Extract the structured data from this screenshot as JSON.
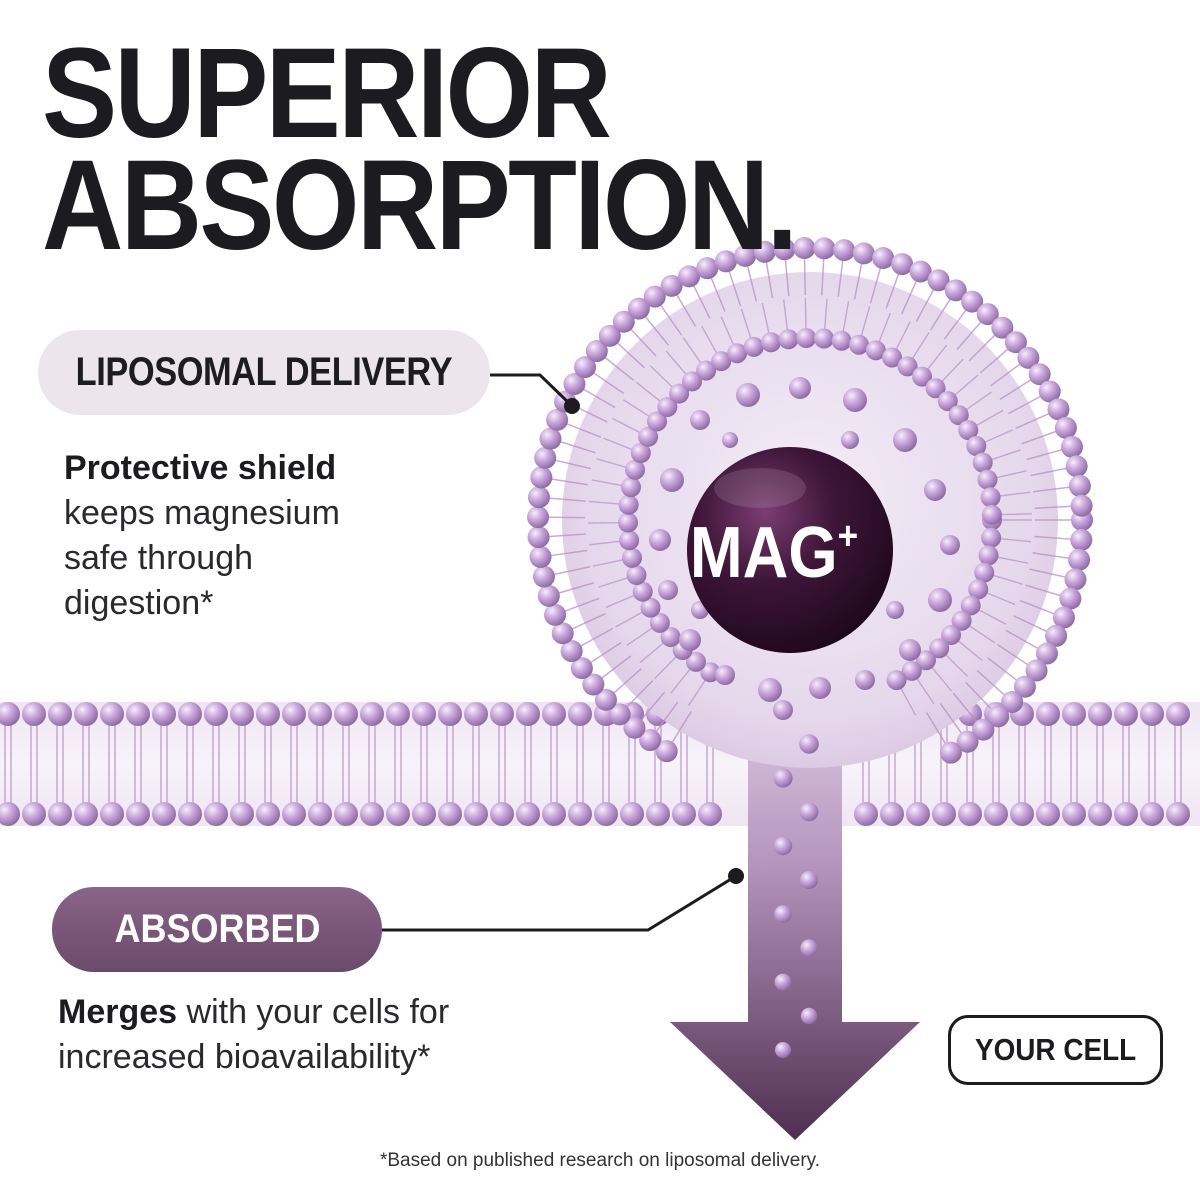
{
  "headline": {
    "line1": "SUPERIOR",
    "line2": "ABSORPTION."
  },
  "liposomal": {
    "label": "LIPOSOMAL DELIVERY",
    "lead": "Protective shield",
    "body": "keeps magnesium safe through digestion*"
  },
  "center": {
    "label": "MAG",
    "sup": "+"
  },
  "absorbed": {
    "label": "ABSORBED",
    "lead": "Merges",
    "body": " with your cells for increased bioavailability*"
  },
  "cell": {
    "label": "YOUR CELL"
  },
  "footnote": "*Based on published research on liposomal delivery.",
  "colors": {
    "ink": "#1c1c20",
    "lipid_head": "#c9a6d8",
    "lipid_tail": "#b690c4",
    "core": "#3d1538",
    "pill_light": "#ece5ec",
    "pill_dark": "#7a577a",
    "arrow": "#5a3a5c"
  }
}
